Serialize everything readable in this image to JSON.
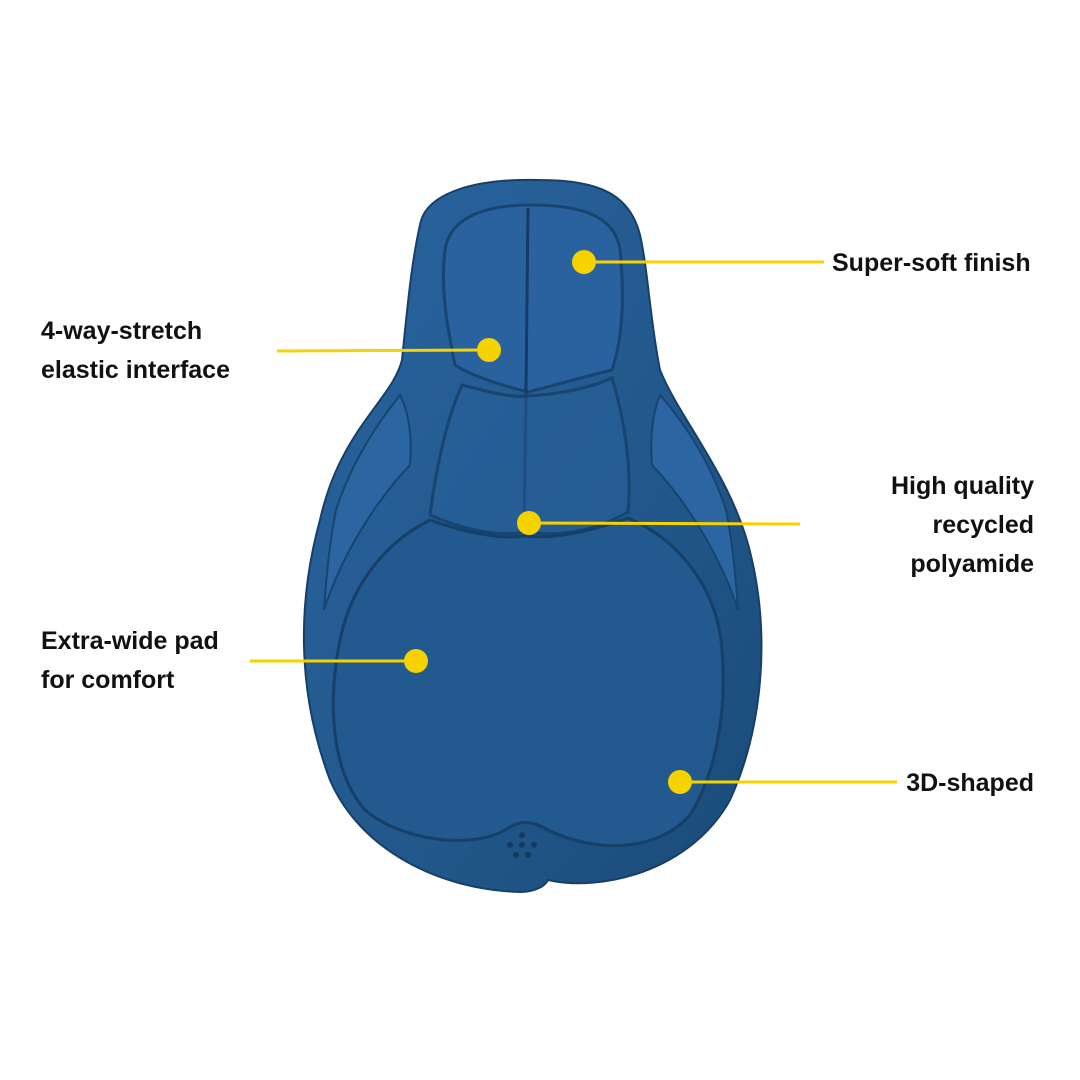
{
  "colors": {
    "background": "#ffffff",
    "pad_fill": "#21578a",
    "pad_shadow": "#163f68",
    "pad_highlight": "#2f6aa0",
    "callout": "#f5d200",
    "text": "#111111"
  },
  "image": {
    "subject": "chamois-pad-image",
    "pad_color_name": "blue"
  },
  "callouts": [
    {
      "id": "super-soft-finish",
      "text": "Super-soft finish",
      "align": "left"
    },
    {
      "id": "four-way-stretch",
      "text": "4-way-stretch\nelastic interface",
      "align": "left"
    },
    {
      "id": "recycled-polyamide",
      "text": "High quality\nrecycled\npolyamide",
      "align": "right"
    },
    {
      "id": "extra-wide-pad",
      "text": "Extra-wide pad\nfor comfort",
      "align": "left"
    },
    {
      "id": "three-d-shaped",
      "text": "3D-shaped",
      "align": "right"
    }
  ]
}
